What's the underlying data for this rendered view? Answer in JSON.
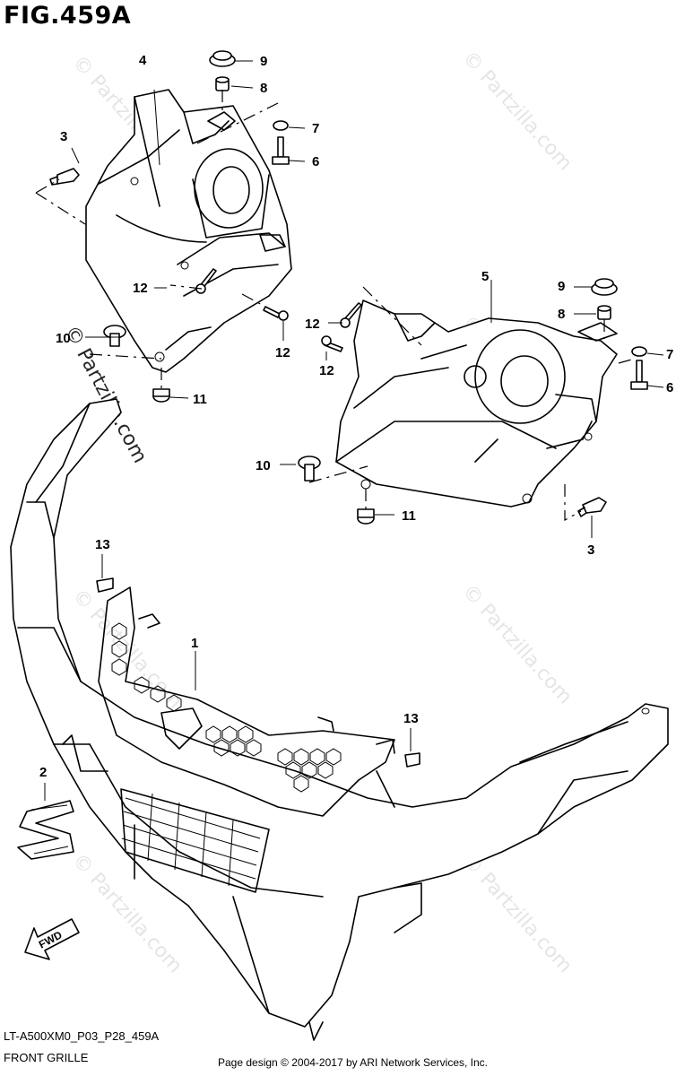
{
  "figure": {
    "title": "FIG.459A"
  },
  "callouts": {
    "c1": "1",
    "c2": "2",
    "c3a": "3",
    "c3b": "3",
    "c4": "4",
    "c5": "5",
    "c6a": "6",
    "c6b": "6",
    "c7a": "7",
    "c7b": "7",
    "c8a": "8",
    "c8b": "8",
    "c9a": "9",
    "c9b": "9",
    "c10a": "10",
    "c10b": "10",
    "c11a": "11",
    "c11b": "11",
    "c12a": "12",
    "c12b": "12",
    "c12c": "12",
    "c12d": "12",
    "c13a": "13",
    "c13b": "13"
  },
  "fwd_label": "FWD",
  "watermark": {
    "text": "© Partzilla.com"
  },
  "footer": {
    "diagram_code": "LT-A500XM0_P03_P28_459A",
    "diagram_name": "FRONT GRILLE",
    "credit": "Page design © 2004-2017 by ARI Network Services, Inc."
  }
}
